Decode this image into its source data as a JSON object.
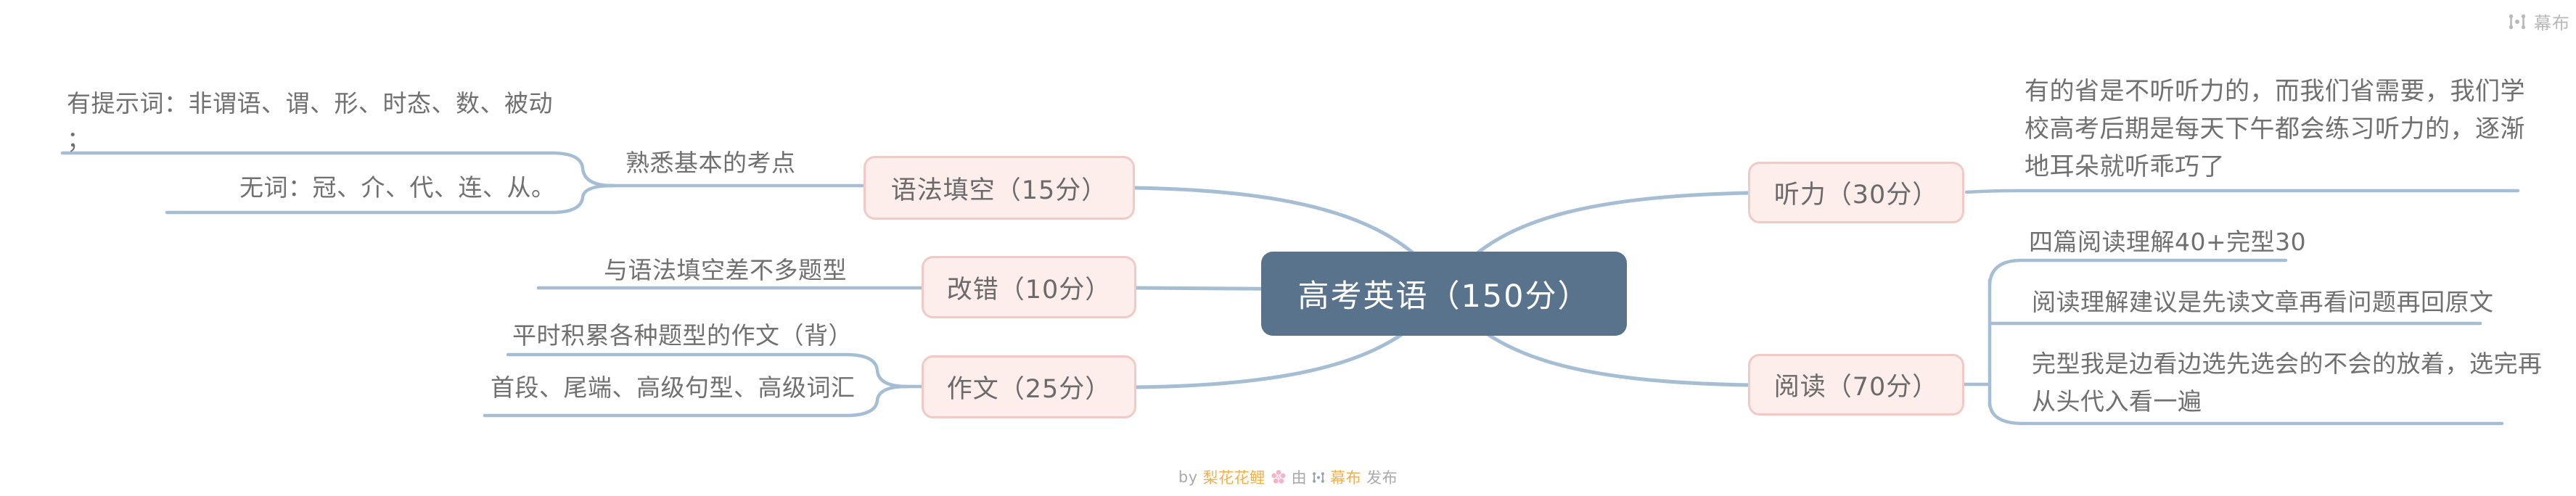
{
  "header": {
    "brand": "幕布",
    "brand_icon": "mubu-logo"
  },
  "mindmap": {
    "root": {
      "label": "高考英语（150分）"
    },
    "left_branches": [
      {
        "label": "语法填空（15分）",
        "children": [
          {
            "label": "熟悉基本的考点",
            "children": [
              {
                "label": "有提示词：非谓语、谓、形、时态、数、被动；"
              },
              {
                "label": "无词：冠、介、代、连、从。"
              }
            ]
          }
        ]
      },
      {
        "label": "改错（10分）",
        "children": [
          {
            "label": "与语法填空差不多题型"
          }
        ]
      },
      {
        "label": "作文（25分）",
        "children": [
          {
            "label": "平时积累各种题型的作文（背）"
          },
          {
            "label": "首段、尾端、高级句型、高级词汇"
          }
        ]
      }
    ],
    "right_branches": [
      {
        "label": "听力（30分）",
        "children": [
          {
            "label": "有的省是不听听力的，而我们省需要，我们学校高考后期是每天下午都会练习听力的，逐渐地耳朵就听乖巧了"
          }
        ]
      },
      {
        "label": "阅读（70分）",
        "children": [
          {
            "label": "四篇阅读理解40+完型30"
          },
          {
            "label": "阅读理解建议是先读文章再看问题再回原文"
          },
          {
            "label": "完型我是边看边选先选会的不会的放着，选完再从头代入看一遍"
          }
        ]
      }
    ]
  },
  "footer": {
    "prefix": "by",
    "author": "梨花花鲤",
    "flower_icon": "cherry-blossom",
    "middle": "由",
    "brand_icon": "mubu-logo",
    "brand": "幕布",
    "suffix": "发布"
  },
  "colors": {
    "connector": "#a6bed4",
    "root-bg": "#5a738c",
    "root-text": "#ffffff",
    "topic-bg": "#fdeeec",
    "topic-border": "#f1c9c5",
    "topic-text": "#6a6a6a",
    "note-text": "#707070",
    "watermark-gray": "#aaaaaa",
    "watermark-accent": "#f2b04c",
    "brand-gray": "#b9b9b9"
  }
}
